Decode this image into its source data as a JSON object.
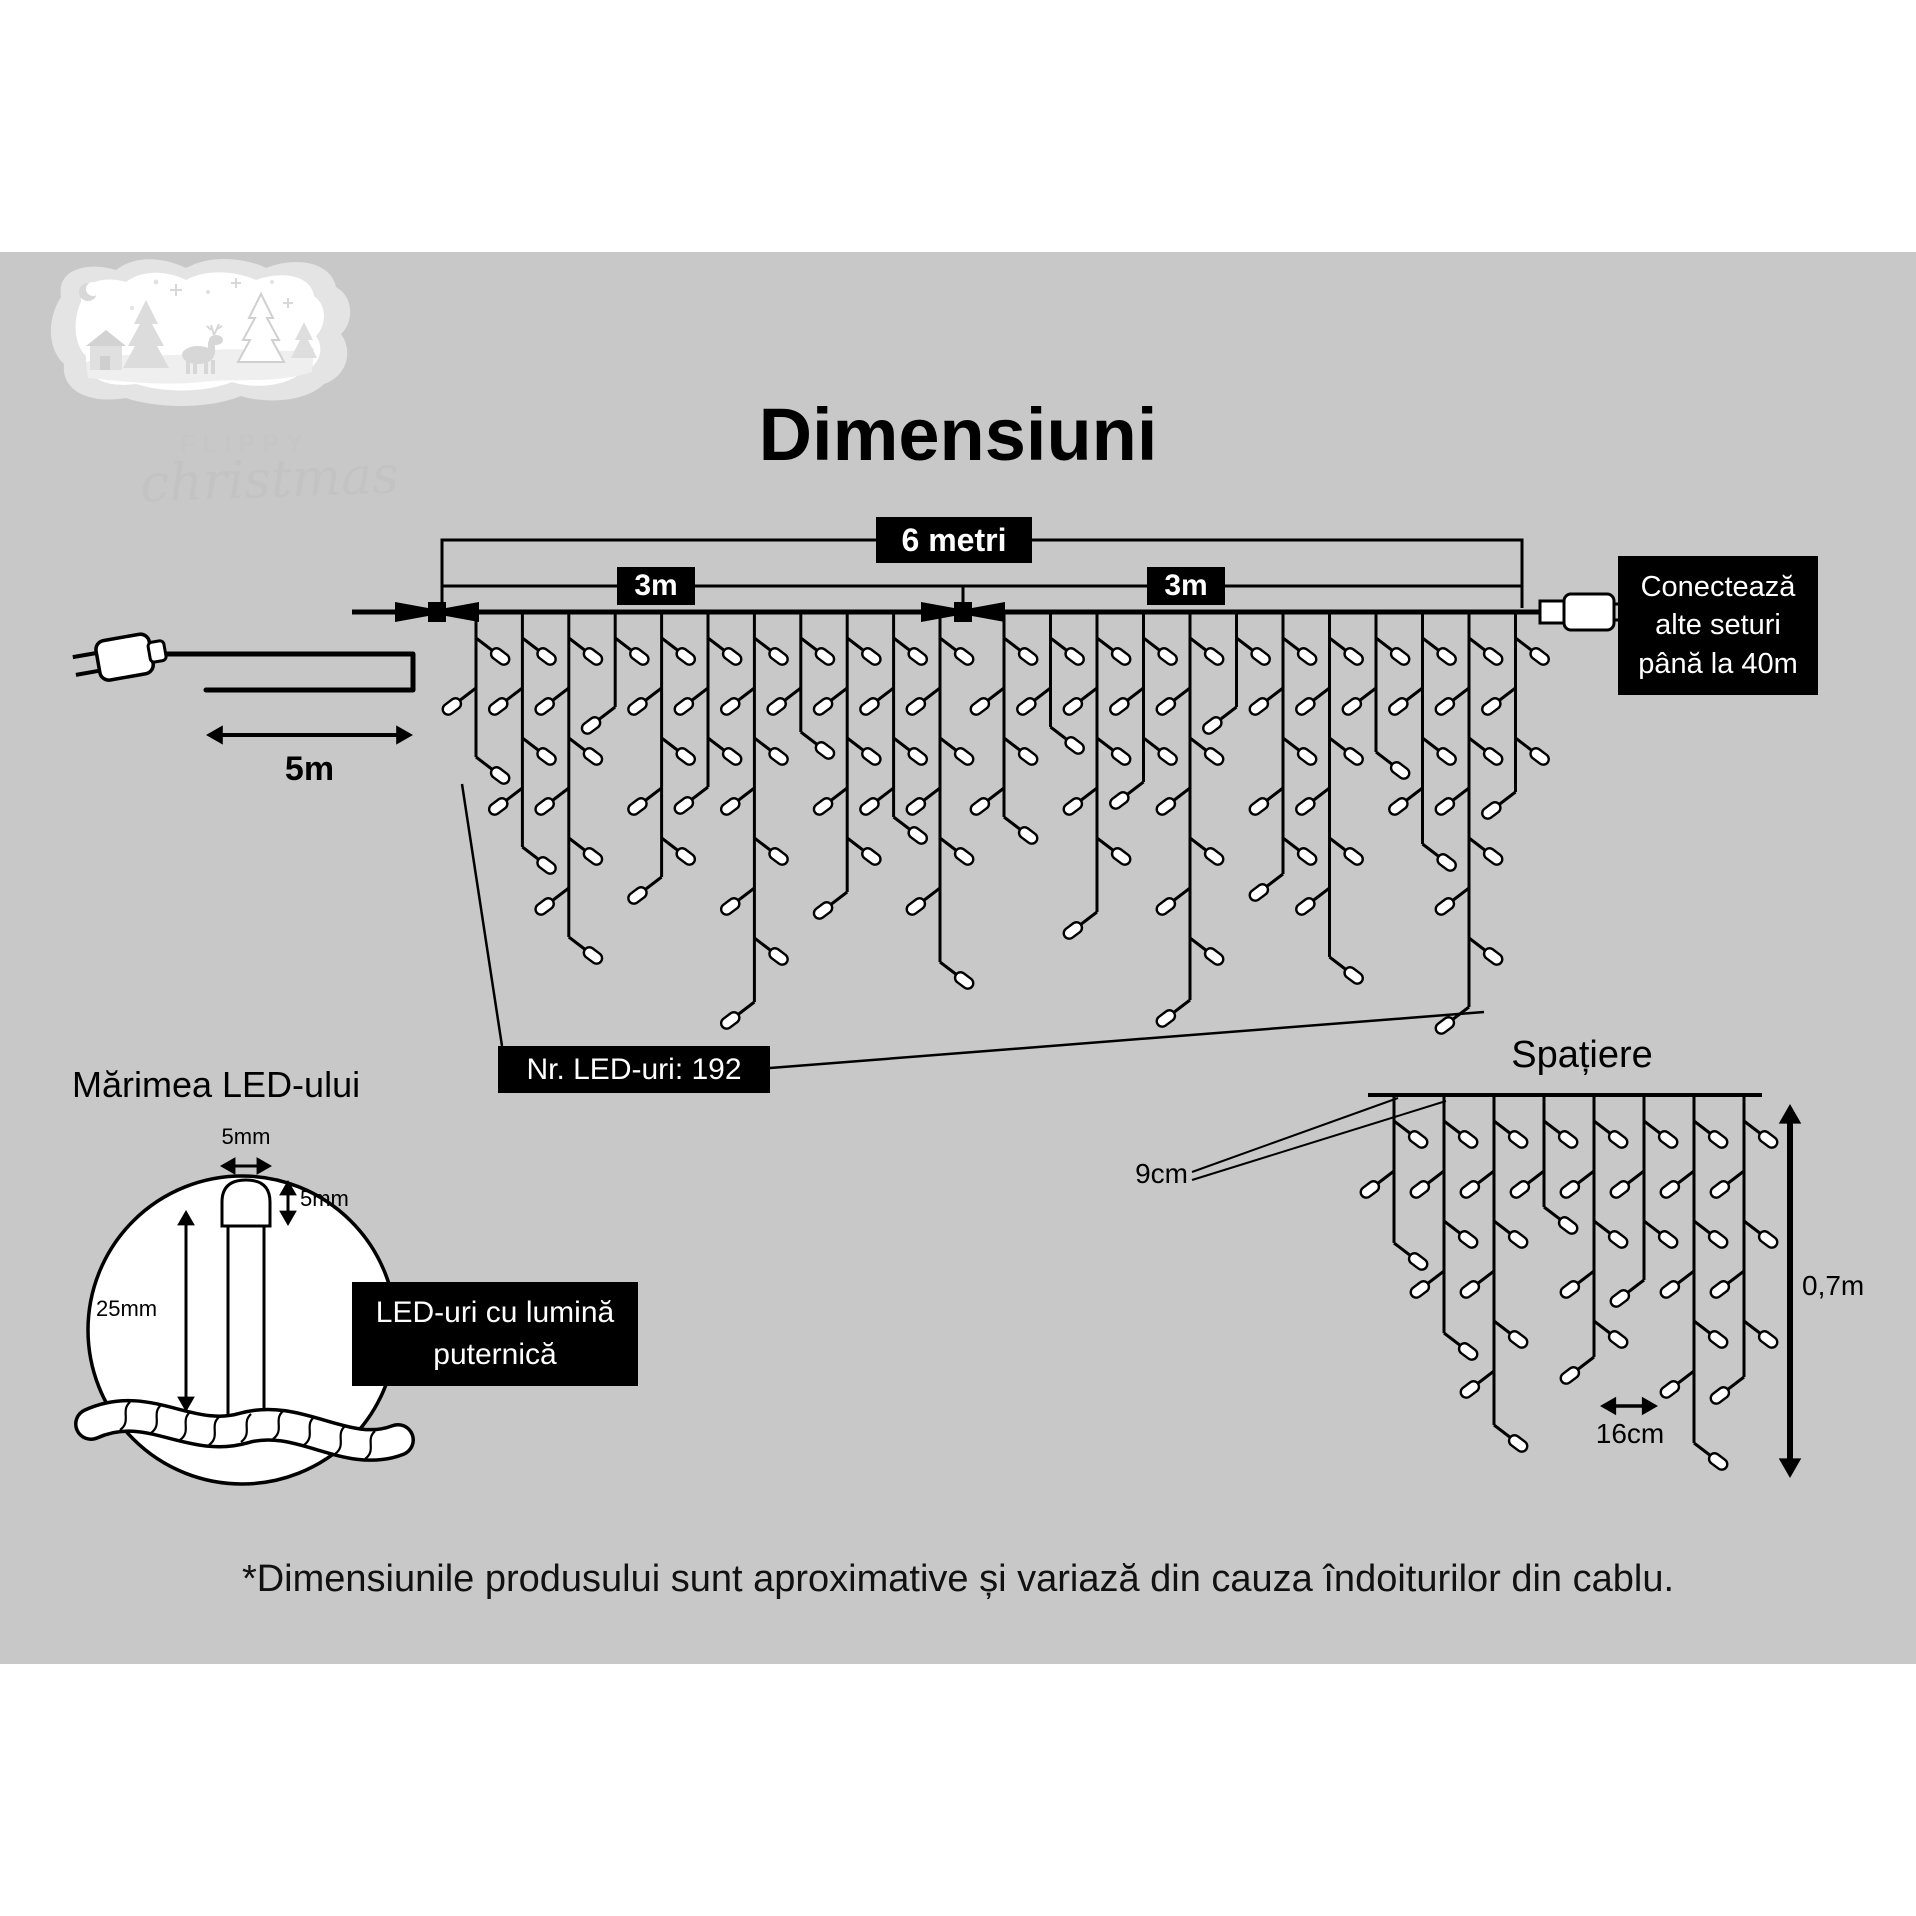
{
  "page": {
    "title": "Dimensiuni",
    "disclaimer": "*Dimensiunile produsului sunt aproximative și variază din cauza îndoiturilor din cablu."
  },
  "logo": {
    "name_top": "FLIPPY",
    "name_bottom": "christmas"
  },
  "dimensions": {
    "total_length": "6 metri",
    "half_left": "3m",
    "half_right": "3m",
    "lead_length": "5m",
    "connect_note_lines": [
      "Conectează",
      "alte seturi",
      "până la 40m"
    ],
    "led_count": "Nr. LED-uri: 192"
  },
  "led_size": {
    "title": "Mărimea LED-ului",
    "bulb_width": "5mm",
    "bulb_height": "5mm",
    "bulb_length": "25mm",
    "note_lines": [
      "LED-uri cu lumină",
      "puternică"
    ]
  },
  "spacing": {
    "title": "Spațiere",
    "drop_gap": "9cm",
    "led_gap": "16cm",
    "drop_length": "0,7m"
  },
  "colors": {
    "background_band": "#c8c8c8",
    "box_background": "#000000",
    "box_text": "#ffffff",
    "line": "#000000"
  }
}
